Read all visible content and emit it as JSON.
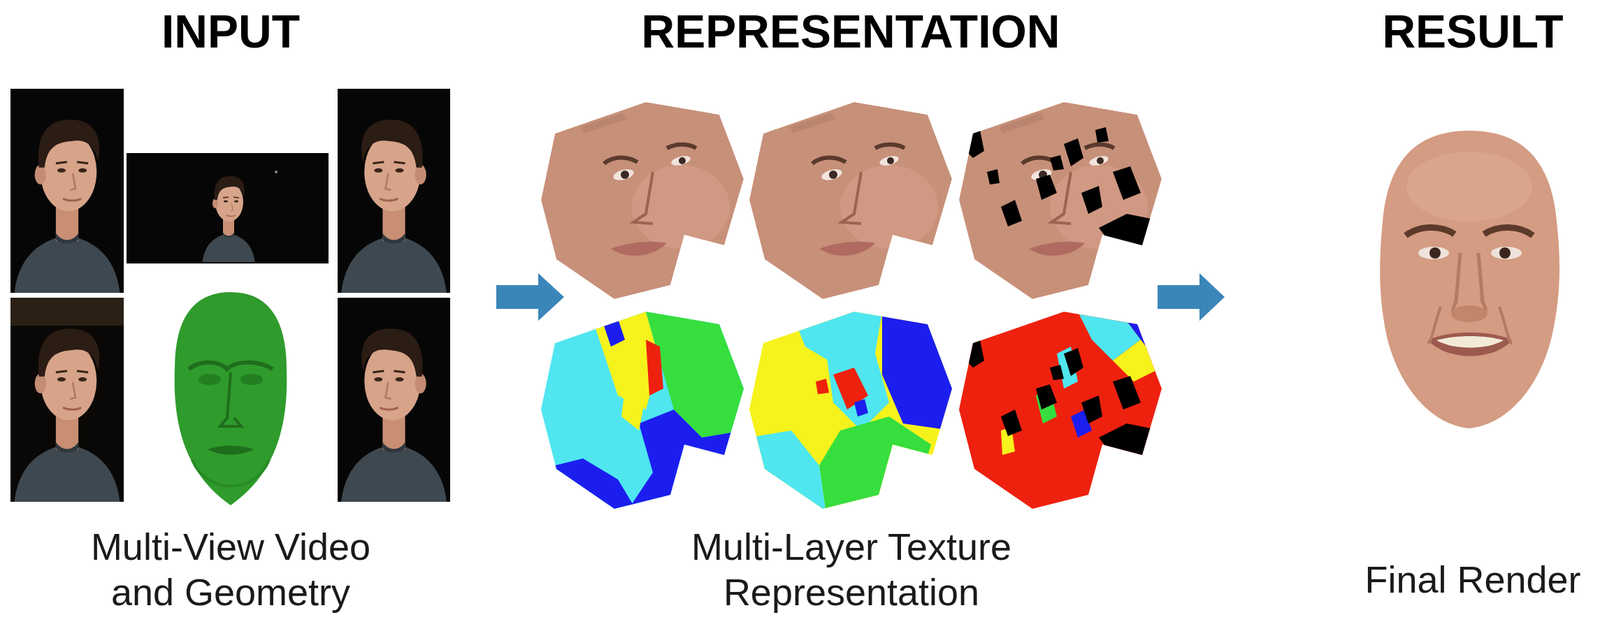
{
  "diagram": {
    "labels": [
      "INPUT",
      "REPRESENTATION",
      "RESULT",
      "Multi-View Video and Geometry",
      "Multi-Layer Texture Representation",
      "Final Render"
    ]
  }
}
